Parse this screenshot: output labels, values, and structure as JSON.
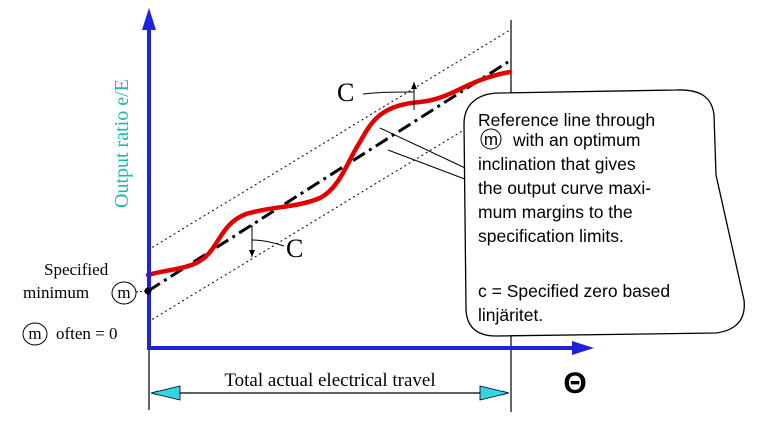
{
  "y_axis_label": "Output ratio e/E",
  "x_axis_symbol": "Θ",
  "travel_label": "Total actual electrical travel",
  "tolerance_label_upper": "C",
  "tolerance_label_lower": "C",
  "specified_minimum": {
    "line1": "Specified",
    "line2": "minimum",
    "symbol": "m"
  },
  "often_zero": {
    "symbol": "m",
    "text": "often = 0"
  },
  "callout": {
    "line1": "Reference line through",
    "symbol": "m",
    "line2_rest": "with an optimum",
    "line3": "inclination that gives",
    "line4": "the output curve maxi-",
    "line5": "mum margins to the",
    "line6": "specification limits.",
    "line7": "c = Specified zero based",
    "line8": "linjäritet."
  },
  "colors": {
    "axis": "#1f22d6",
    "y_label": "#1fb5b5",
    "output_curve": "#e00000",
    "reference_line": "#000000",
    "limit_lines": "#000000",
    "travel_arrow": "#36d3e6"
  },
  "icons": {
    "y_axis_arrow": "arrow-up",
    "x_axis_arrow": "arrow-right",
    "travel_arrows": "double-headed-arrow"
  }
}
